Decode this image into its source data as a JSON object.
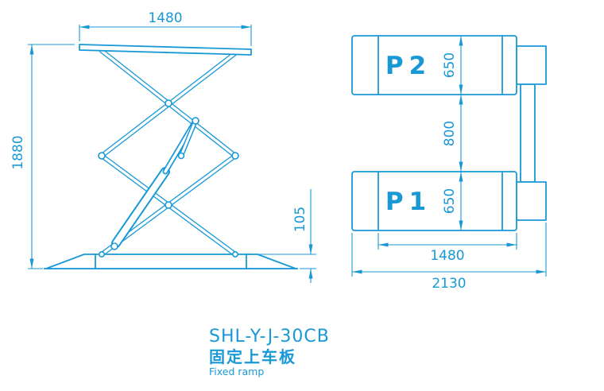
{
  "colors": {
    "accent": "#1899d6",
    "background": "#ffffff"
  },
  "side_view": {
    "dim_platform_width": "1480",
    "dim_lift_height": "1880",
    "dim_base_height": "105"
  },
  "top_view": {
    "platform_top_label": "P2",
    "platform_bottom_label": "P1",
    "dim_platform_p2_width": "650",
    "dim_platform_gap": "800",
    "dim_platform_p1_width": "650",
    "dim_platform_length": "1480",
    "dim_overall_length": "2130"
  },
  "caption": {
    "model": "SHL-Y-J-30CB",
    "title_cn": "固定上车板",
    "title_en": "Fixed ramp"
  }
}
